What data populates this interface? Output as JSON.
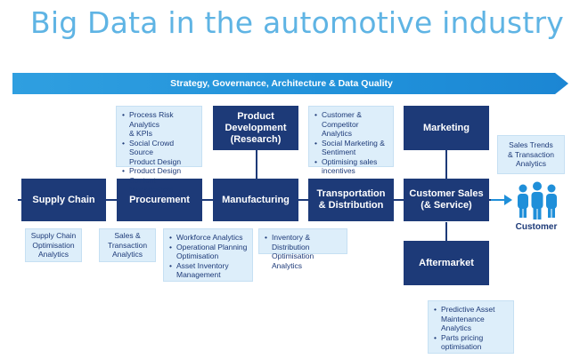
{
  "title": "Big Data in the automotive industry",
  "strategy_bar": "Strategy, Governance, Architecture & Data Quality",
  "boxes": {
    "supply_chain": "Supply Chain",
    "procurement": "Procurement",
    "manufacturing": "Manufacturing",
    "transportation": "Transportation\n& Distribution",
    "customer_sales": "Customer Sales\n(& Service)",
    "product_development": "Product\nDevelopment\n(Research)",
    "marketing": "Marketing",
    "aftermarket": "Aftermarket"
  },
  "notes": {
    "product_development": [
      "Process Risk Analytics\n& KPIs",
      "Social Crowd Source\nProduct Design",
      "Product Design\nContent Management"
    ],
    "marketing": [
      "Customer &\nCompetitor Analytics",
      "Social Marketing &\nSentiment",
      "Optimising sales\nincentives"
    ],
    "customer_sales": "Sales Trends\n& Transaction\nAnalytics",
    "supply_chain": "Supply Chain\nOptimisation\nAnalytics",
    "procurement": "Sales &\nTransaction\nAnalytics",
    "manufacturing": [
      "Workforce Analytics",
      "Operational Planning\nOptimisation",
      "Asset Inventory\nManagement"
    ],
    "transportation": [
      "Inventory & Distribution\nOptimisation Analytics"
    ],
    "aftermarket": [
      "Predictive Asset\nMaintenance\nAnalytics",
      "Parts pricing\noptimisation"
    ]
  },
  "customer_label": "Customer",
  "colors": {
    "title": "#5fb4e4",
    "box": "#1d3a78",
    "note_bg": "#ddeefa",
    "accent": "#1f8fd9"
  }
}
